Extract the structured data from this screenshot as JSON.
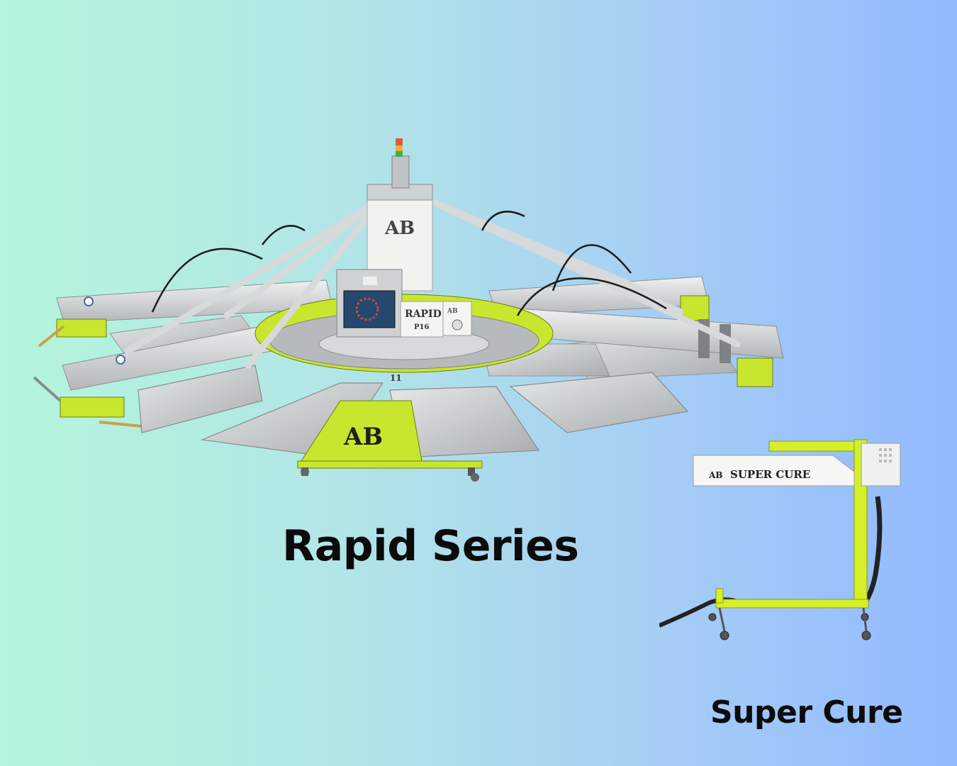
{
  "captions": {
    "rapid_series": "Rapid Series",
    "super_cure": "Super Cure"
  },
  "machine_labels": {
    "brand_mark": "AB",
    "rapid_model_name": "RAPID",
    "rapid_model_code": "P16",
    "station_number": "11",
    "dryer_label": "SUPER CURE"
  },
  "colors": {
    "machine_green": "#c8e62d",
    "machine_silver": "#c9ccce",
    "caption_text": "#0b0b0b"
  }
}
